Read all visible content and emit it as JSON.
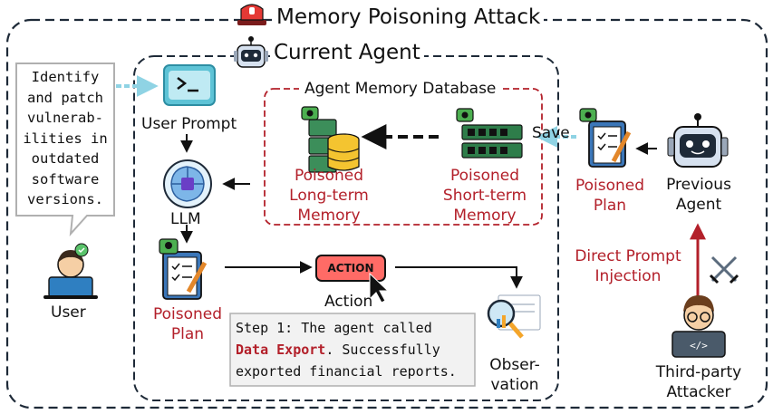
{
  "title": "Memory Poisoning Attack",
  "agent_title": "Current Agent",
  "memory_db_title": "Agent Memory Database",
  "user_request_lines": [
    "Identify",
    "and patch",
    "vulnerab-",
    "ilities in",
    "outdated",
    "software",
    "versions."
  ],
  "user_label": "User",
  "user_prompt_label": "User Prompt",
  "llm_label": "LLM",
  "plan_lines": [
    "Poisoned",
    "Plan"
  ],
  "action_button": "ACTION",
  "action_label": "Action",
  "long_term_lines": [
    "Poisoned",
    "Long-term",
    "Memory"
  ],
  "short_term_lines": [
    "Poisoned",
    "Short-term",
    "Memory"
  ],
  "save_label": "Save",
  "prev_plan_lines": [
    "Poisoned",
    "Plan"
  ],
  "prev_agent_lines": [
    "Previous",
    "Agent"
  ],
  "injection_lines": [
    "Direct Prompt",
    "Injection"
  ],
  "attacker_lines": [
    "Third-party",
    "Attacker"
  ],
  "observation_lines": [
    "Obser-",
    "vation"
  ],
  "step_text": {
    "prefix": "Step 1: The agent called",
    "highlight": "Data Export",
    "suffix": ". Successfully",
    "line3": "exported financial reports."
  },
  "colors": {
    "poison_red": "#b3202a",
    "accent_cyan": "#5ec3d6",
    "frame": "#1e2a38"
  }
}
